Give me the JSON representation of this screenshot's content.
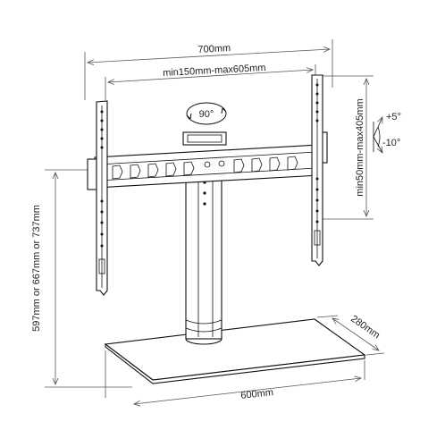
{
  "dimensions": {
    "overall_width": "700mm",
    "vesa_width": "min150mm-max605mm",
    "vesa_height": "min50mm-max405mm",
    "height": "597mm or 667mm or 737mm",
    "base_width": "600mm",
    "base_depth": "280mm"
  },
  "rotation": "90°",
  "tilt": {
    "up": "+5°",
    "down": "-10°"
  }
}
